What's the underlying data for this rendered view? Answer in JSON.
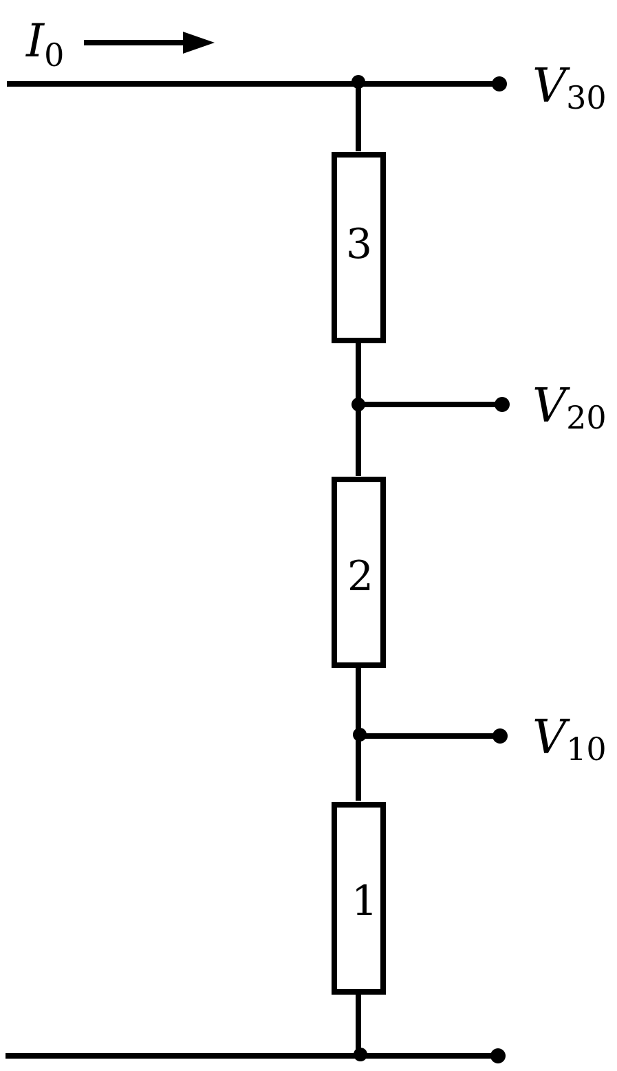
{
  "current": {
    "symbol": "I",
    "subscript": "0"
  },
  "terminals": [
    {
      "symbol": "V",
      "subscript": "30"
    },
    {
      "symbol": "V",
      "subscript": "20"
    },
    {
      "symbol": "V",
      "subscript": "10"
    }
  ],
  "resistors": [
    {
      "label": "3"
    },
    {
      "label": "2"
    },
    {
      "label": "1"
    }
  ],
  "colors": {
    "line": "#000000",
    "background": "#ffffff"
  }
}
